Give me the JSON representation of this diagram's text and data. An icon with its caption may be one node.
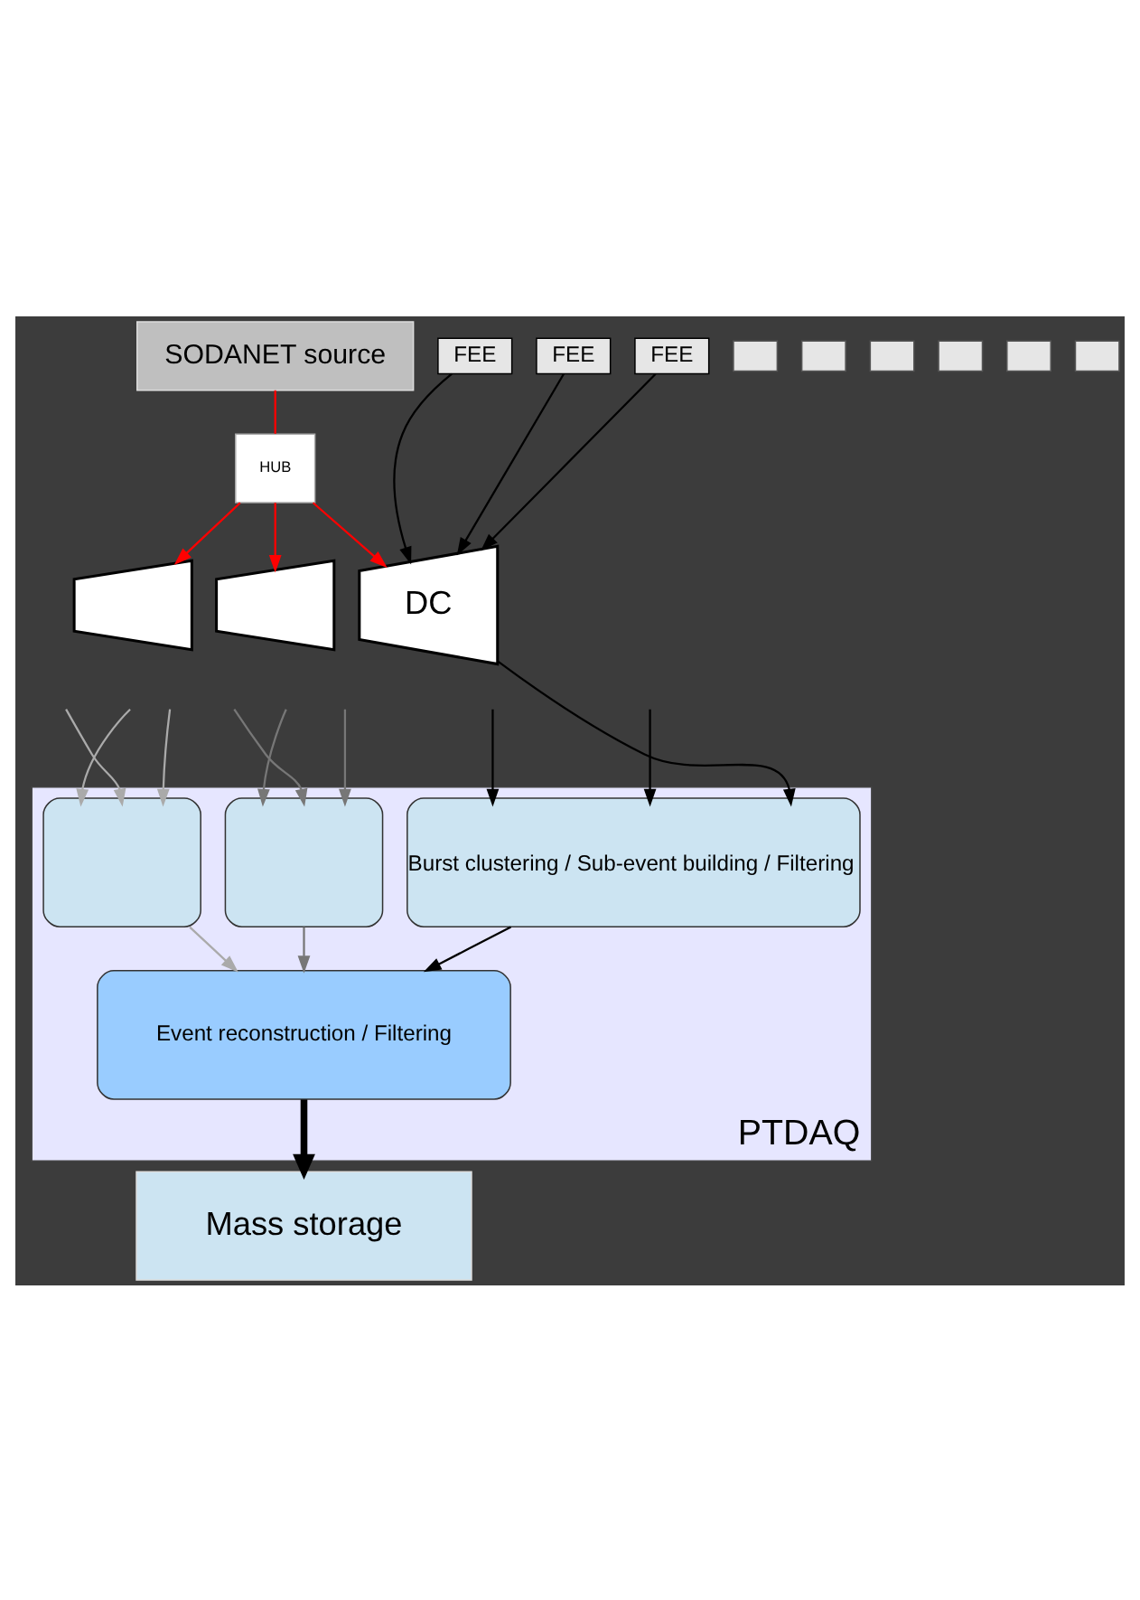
{
  "diagram": {
    "nodes": [
      {
        "text": [
          "SODANET source"
        ]
      },
      {
        "text": [
          "HUB"
        ]
      },
      {
        "text": [],
        "shape": "trapezoid"
      },
      {
        "text": [],
        "shape": "trapezoid"
      },
      {
        "text": [
          "DC"
        ]
      },
      {
        "text": [],
        "shape": "box"
      },
      {
        "text": [],
        "shape": "box"
      },
      {
        "text": [],
        "shape": "box"
      },
      {
        "text": [],
        "shape": "box"
      },
      {
        "text": [],
        "shape": "box"
      },
      {
        "text": [],
        "shape": "box"
      },
      {
        "text": [
          "FEE"
        ]
      },
      {
        "text": [
          "FEE"
        ]
      },
      {
        "text": [
          "FEE"
        ]
      },
      {
        "text": [
          "PTDAQ"
        ]
      },
      {
        "text": [],
        "shape": "box",
        "in": 14
      },
      {
        "text": [],
        "shape": "box",
        "in": 14
      },
      {
        "text": [
          "Burst clustering / Sub-event building / Filtering"
        ],
        "in": 14
      },
      {
        "text": [
          "Event reconstruction / Filtering"
        ],
        "in": 14
      },
      {
        "text": [
          "Mass storage"
        ]
      }
    ],
    "edges": [
      {
        "from": 0,
        "to": 1,
        "arrow": "none",
        "color": "#ff0000"
      },
      {
        "from": 1,
        "to": 2,
        "arrow": "to",
        "color": "#ff0000"
      },
      {
        "from": 1,
        "to": 3,
        "arrow": "to",
        "color": "#ff0000"
      },
      {
        "from": 1,
        "to": 4,
        "arrow": "to",
        "color": "#ff0000"
      },
      {
        "from": 11,
        "to": 4,
        "arrow": "to"
      },
      {
        "from": 12,
        "to": 4,
        "arrow": "to"
      },
      {
        "from": 13,
        "to": 4,
        "arrow": "to"
      },
      {
        "from": null,
        "to": 15,
        "arrow": "to",
        "color": "#aaaaaa"
      },
      {
        "from": null,
        "to": 15,
        "arrow": "to",
        "color": "#aaaaaa"
      },
      {
        "from": null,
        "to": 15,
        "arrow": "to",
        "color": "#aaaaaa"
      },
      {
        "from": null,
        "to": 16,
        "arrow": "to",
        "color": "#777777"
      },
      {
        "from": null,
        "to": 16,
        "arrow": "to",
        "color": "#777777"
      },
      {
        "from": null,
        "to": 16,
        "arrow": "to",
        "color": "#777777"
      },
      {
        "from": null,
        "to": 17,
        "arrow": "to"
      },
      {
        "from": null,
        "to": 17,
        "arrow": "to"
      },
      {
        "from": 4,
        "to": 17,
        "arrow": "to"
      },
      {
        "from": 15,
        "to": 18,
        "arrow": "to",
        "color": "#aaaaaa"
      },
      {
        "from": 16,
        "to": 18,
        "arrow": "to",
        "color": "#777777"
      },
      {
        "from": 17,
        "to": 18,
        "arrow": "to"
      },
      {
        "from": 18,
        "to": 19,
        "arrow": "to",
        "style": "thick"
      }
    ]
  }
}
